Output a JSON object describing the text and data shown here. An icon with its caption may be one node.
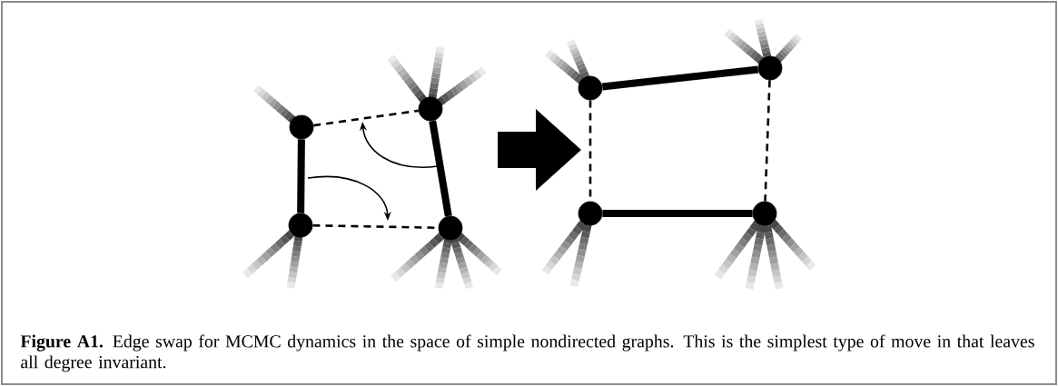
{
  "diagram": {
    "caption": "**Figure A1.**  Edge swap for MCMC dynamics in the space of simple nondirected graphs. This is the simplest type of move in that leaves all degree invariant.",
    "nodes": [
      {
        "text": [],
        "shape": "circle"
      },
      {
        "text": [],
        "shape": "circle"
      },
      {
        "text": [],
        "shape": "circle"
      },
      {
        "text": [],
        "shape": "circle"
      },
      {
        "text": [],
        "shape": "circle"
      },
      {
        "text": [],
        "shape": "circle"
      },
      {
        "text": [],
        "shape": "circle"
      },
      {
        "text": [],
        "shape": "circle"
      }
    ],
    "edges": [
      {
        "from": 0,
        "to": 2,
        "arrow": "none",
        "style": "thick"
      },
      {
        "from": 1,
        "to": 3,
        "arrow": "none",
        "style": "thick"
      },
      {
        "from": 0,
        "to": 1,
        "arrow": "none",
        "style": "dashed"
      },
      {
        "from": 2,
        "to": 3,
        "arrow": "none",
        "style": "dashed"
      },
      {
        "from": 4,
        "to": 5,
        "arrow": "none",
        "style": "thick"
      },
      {
        "from": 6,
        "to": 7,
        "arrow": "none",
        "style": "thick"
      },
      {
        "from": 4,
        "to": 6,
        "arrow": "none",
        "style": "dashed"
      },
      {
        "from": 5,
        "to": 7,
        "arrow": "none",
        "style": "dashed"
      }
    ]
  }
}
